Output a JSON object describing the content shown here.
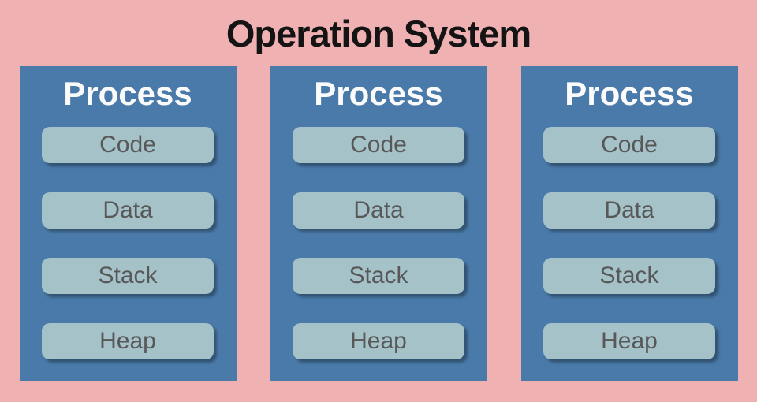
{
  "title": "Operation System",
  "panels": [
    {
      "title": "Process",
      "items": [
        "Code",
        "Data",
        "Stack",
        "Heap"
      ]
    },
    {
      "title": "Process",
      "items": [
        "Code",
        "Data",
        "Stack",
        "Heap"
      ]
    },
    {
      "title": "Process",
      "items": [
        "Code",
        "Data",
        "Stack",
        "Heap"
      ]
    }
  ],
  "colors": {
    "background": "#f0b1b2",
    "panel": "#497aa9",
    "box": "#a4c2c8",
    "box_text": "#585858",
    "panel_title": "#fbfbfb",
    "title_text": "#141414"
  }
}
